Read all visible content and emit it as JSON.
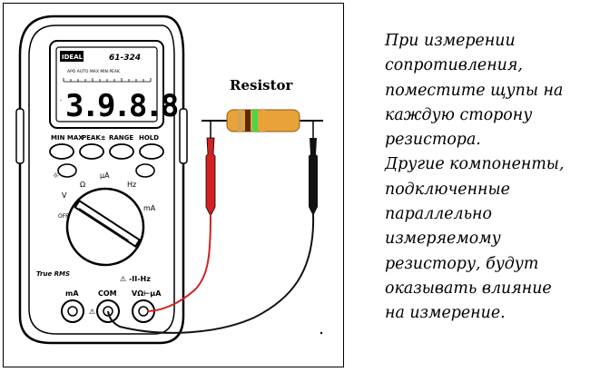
{
  "multimeter": {
    "model": "61-324",
    "logo": "IDEAL",
    "display_reading": "3.9.8.8",
    "display_small": "APO AUTO MAX MIN PEAK",
    "buttons": [
      "MIN MAX",
      "PEAK±",
      "RANGE",
      "HOLD"
    ],
    "true_rms": "True RMS",
    "hz_label": "⚠ -II-Hz",
    "jacks": [
      "mA",
      "COM",
      "VΩ⊢μA"
    ],
    "dial_labels": [
      "Ω",
      "μA",
      "Hz",
      "V",
      "mA",
      "OFF"
    ]
  },
  "resistor": {
    "label": "Resistor",
    "band_colors": [
      "#d4a35a",
      "#5a2a10",
      "#46d84a",
      "#e9a23a",
      "#d78a1a"
    ],
    "body_color": "#e9a23a"
  },
  "leads": {
    "red": "#d42020",
    "black": "#111111"
  },
  "caption": {
    "paragraph_1": "При измерении\nсопротивления,\nпоместите щупы на\nкаждую сторону\nрезистора.",
    "paragraph_2": "Другие компоненты,\nподключенные\nпараллельно\nизмеряемому\nрезистору, будут\nоказывать влияние\nна измерение."
  }
}
